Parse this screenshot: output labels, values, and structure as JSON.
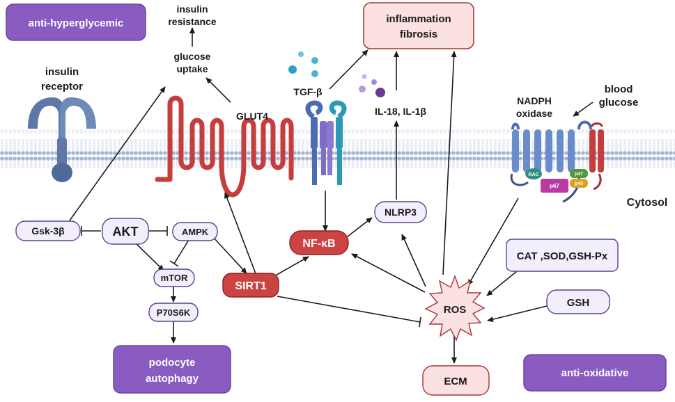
{
  "labels": {
    "anti_hyperglycemic": "anti-hyperglycemic",
    "insulin_resistance_1": "insulin",
    "insulin_resistance_2": "resistance",
    "glucose_uptake_1": "glucose",
    "glucose_uptake_2": "uptake",
    "inflammation_1": "inflammation",
    "inflammation_2": "fibrosis",
    "insulin_receptor_1": "insulin",
    "insulin_receptor_2": "receptor",
    "glut4": "GLUT4",
    "tgfb": "TGF-β",
    "il18": "IL-18, IL-1β",
    "nadph_1": "NADPH",
    "nadph_2": "oxidase",
    "blood_glucose_1": "blood",
    "blood_glucose_2": "glucose",
    "cytosol": "Cytosol",
    "gsk3b": "Gsk-3β",
    "akt": "AKT",
    "ampk": "AMPK",
    "mtor": "mTOR",
    "p70s6k": "P70S6K",
    "podocyte_1": "podocyte",
    "podocyte_2": "autophagy",
    "sirt1": "SIRT1",
    "nfkb": "NF-κB",
    "nlrp3": "NLRP3",
    "cat_sod": "CAT ,SOD,GSH-Px",
    "gsh": "GSH",
    "ros": "ROS",
    "ecm": "ECM",
    "anti_oxidative": "anti-oxidative",
    "rac": "RAC",
    "p47": "p47",
    "p67": "p67",
    "p40": "p40"
  },
  "colors": {
    "purple_box": "#8a5cc2",
    "lavender_box": "#f3eefb",
    "pink_box": "#fbe1e1",
    "red_node": "#cc4343",
    "membrane_head": "#9fb3cf",
    "glut4": "#c63d3d",
    "tgf_receptor_dark": "#4c6bb0",
    "tgf_receptor_purple": "#7f6cc4",
    "tgf_receptor_teal": "#2a9bb3",
    "nadph_blue": "#6a8ccb",
    "insulin_receptor": "#5d78a8"
  }
}
